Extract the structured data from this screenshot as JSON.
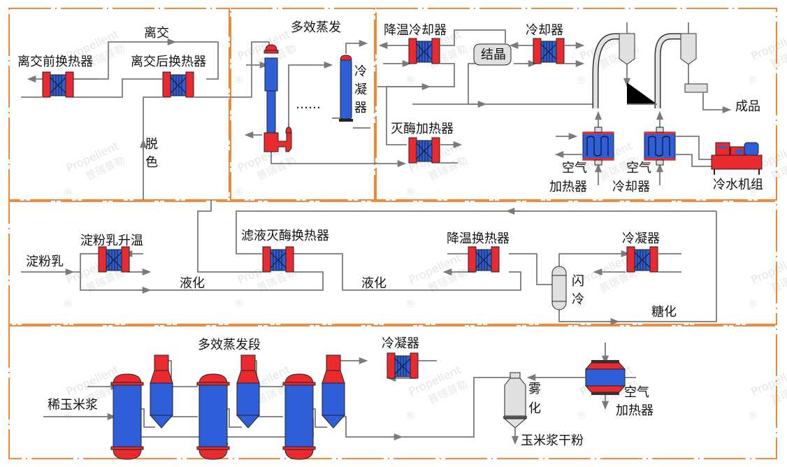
{
  "title": "玉米淀粉加工工艺流程图",
  "colors": {
    "frame": "#f07a1e",
    "pipe": "#7a7a7a",
    "equipment_blue": "#2f5fd8",
    "equipment_red": "#ea2a2f",
    "vessel_grey": "#d9d9d9"
  },
  "watermark": {
    "brand_en": "Propellent",
    "brand_cn": "普瑞普勒",
    "mark": "®"
  },
  "sections": {
    "ion_exchange": {
      "pre_hx": "离交前换热器",
      "post_hx": "离交后换热器",
      "flow_ion": "离交",
      "flow_decolor_1": "脱",
      "flow_decolor_2": "色"
    },
    "evaporation": {
      "title": "多效蒸发",
      "dots": "……",
      "condenser_1": "冷",
      "condenser_2": "凝",
      "condenser_3": "器"
    },
    "crystallization": {
      "cool_cooler": "降温冷却器",
      "crystal": "结晶",
      "cooler": "冷却器",
      "enzyme_heater": "灭酶加热器",
      "product": "成品",
      "air_heater_1": "空气",
      "air_heater_2": "加热器",
      "air_cooler_1": "空气",
      "air_cooler_2": "冷却器",
      "chiller": "冷水机组"
    },
    "liquefaction": {
      "starch_milk": "淀粉乳",
      "starch_heat": "淀粉乳升温",
      "filtrate_hx": "滤液灭酶换热器",
      "liquefy_1": "液化",
      "liquefy_2": "液化",
      "cool_hx": "降温换热器",
      "flash_1": "闪",
      "flash_2": "冷",
      "condenser": "冷凝器",
      "saccharify": "糖化"
    },
    "corn_steep": {
      "title": "多效蒸发段",
      "feed": "稀玉米浆",
      "condenser": "冷凝器",
      "atomize_1": "雾",
      "atomize_2": "化",
      "air_heater_1": "空气",
      "air_heater_2": "加热器",
      "product": "玉米浆干粉"
    }
  }
}
